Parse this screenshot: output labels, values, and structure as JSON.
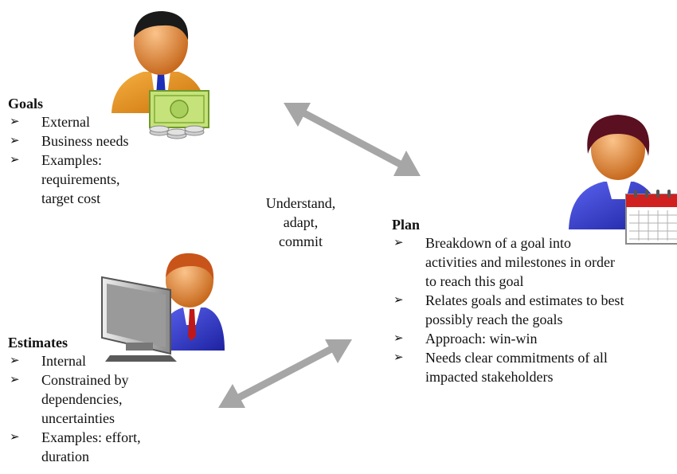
{
  "goals": {
    "heading": "Goals",
    "items": [
      "External",
      "Business needs",
      "Examples: requirements, target cost"
    ]
  },
  "estimates": {
    "heading": "Estimates",
    "items": [
      "Internal",
      "Constrained by dependencies, uncertainties",
      "Examples: effort, duration"
    ]
  },
  "plan": {
    "heading": "Plan",
    "items": [
      "Breakdown of a goal into activities and milestones in order to reach this goal",
      "Relates goals and estimates to best possibly reach the goals",
      "Approach: win-win",
      "Needs clear commitments of all impacted stakeholders"
    ]
  },
  "connector": {
    "lines": [
      "Understand,",
      "adapt,",
      "commit"
    ]
  },
  "bullet_glyph": "➢",
  "colors": {
    "arrow": "#a6a6a6",
    "orange_suit": "#e8901c",
    "blue_suit": "#3a3fd0",
    "skin": "#e89a4a",
    "money": "#b7dd6a"
  },
  "icons": [
    "businessman-money-icon",
    "businesswoman-calendar-icon",
    "computer-user-icon"
  ]
}
